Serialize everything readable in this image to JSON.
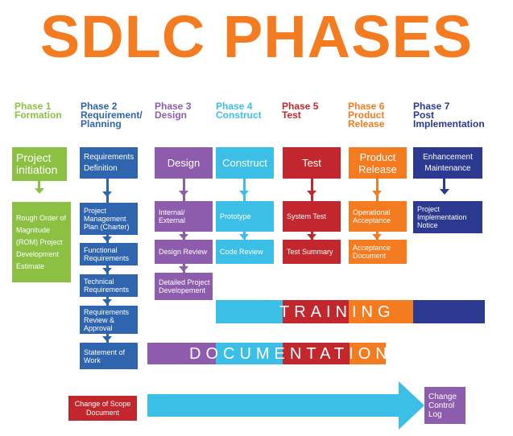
{
  "title": "SDLC PHASES",
  "colors": {
    "orange": "#f47b20",
    "green": "#8cc043",
    "blue": "#2f64ae",
    "purple": "#8e5cad",
    "cyan": "#3bbfe6",
    "red": "#c1272d",
    "navy": "#2b3990"
  },
  "phases": [
    {
      "number": "Phase 1",
      "name": "Formation",
      "name2": "",
      "main": "Project initiation",
      "items": [
        "Rough Order of Magnitude (ROM) Project Development Estimate"
      ]
    },
    {
      "number": "Phase 2",
      "name": "Requirement/",
      "name2": "Planning",
      "main": "Requirements Definition",
      "items": [
        "Project Management Plan (Charter)",
        "Functional Requirements",
        "Technical Requirements",
        "Requirements Review & Approval",
        "Statement of Work"
      ]
    },
    {
      "number": "Phase 3",
      "name": "Design",
      "name2": "",
      "main": "Design",
      "items": [
        "Internal/ External",
        "Design Review",
        "Detailed Project Developement"
      ]
    },
    {
      "number": "Phase 4",
      "name": "Construct",
      "name2": "",
      "main": "Construct",
      "items": [
        "Prototype",
        "Code Review"
      ]
    },
    {
      "number": "Phase 5",
      "name": "Test",
      "name2": "",
      "main": "Test",
      "items": [
        "System Test",
        "Test Summary"
      ]
    },
    {
      "number": "Phase 6",
      "name": "Product",
      "name2": "Release",
      "main": "Product Release",
      "items": [
        "Operational Acceptance",
        "Acceptance Document"
      ]
    },
    {
      "number": "Phase 7",
      "name": "Post",
      "name2": "Implementation",
      "main": "Enhancement Maintenance",
      "items": [
        "Project Implementation Notice"
      ]
    }
  ],
  "bands": {
    "training": "TRAINING",
    "documentation": "DOCUMENTATION"
  },
  "scope": {
    "change_doc": "Change of Scope Document",
    "control_log": "Change Control Log"
  }
}
